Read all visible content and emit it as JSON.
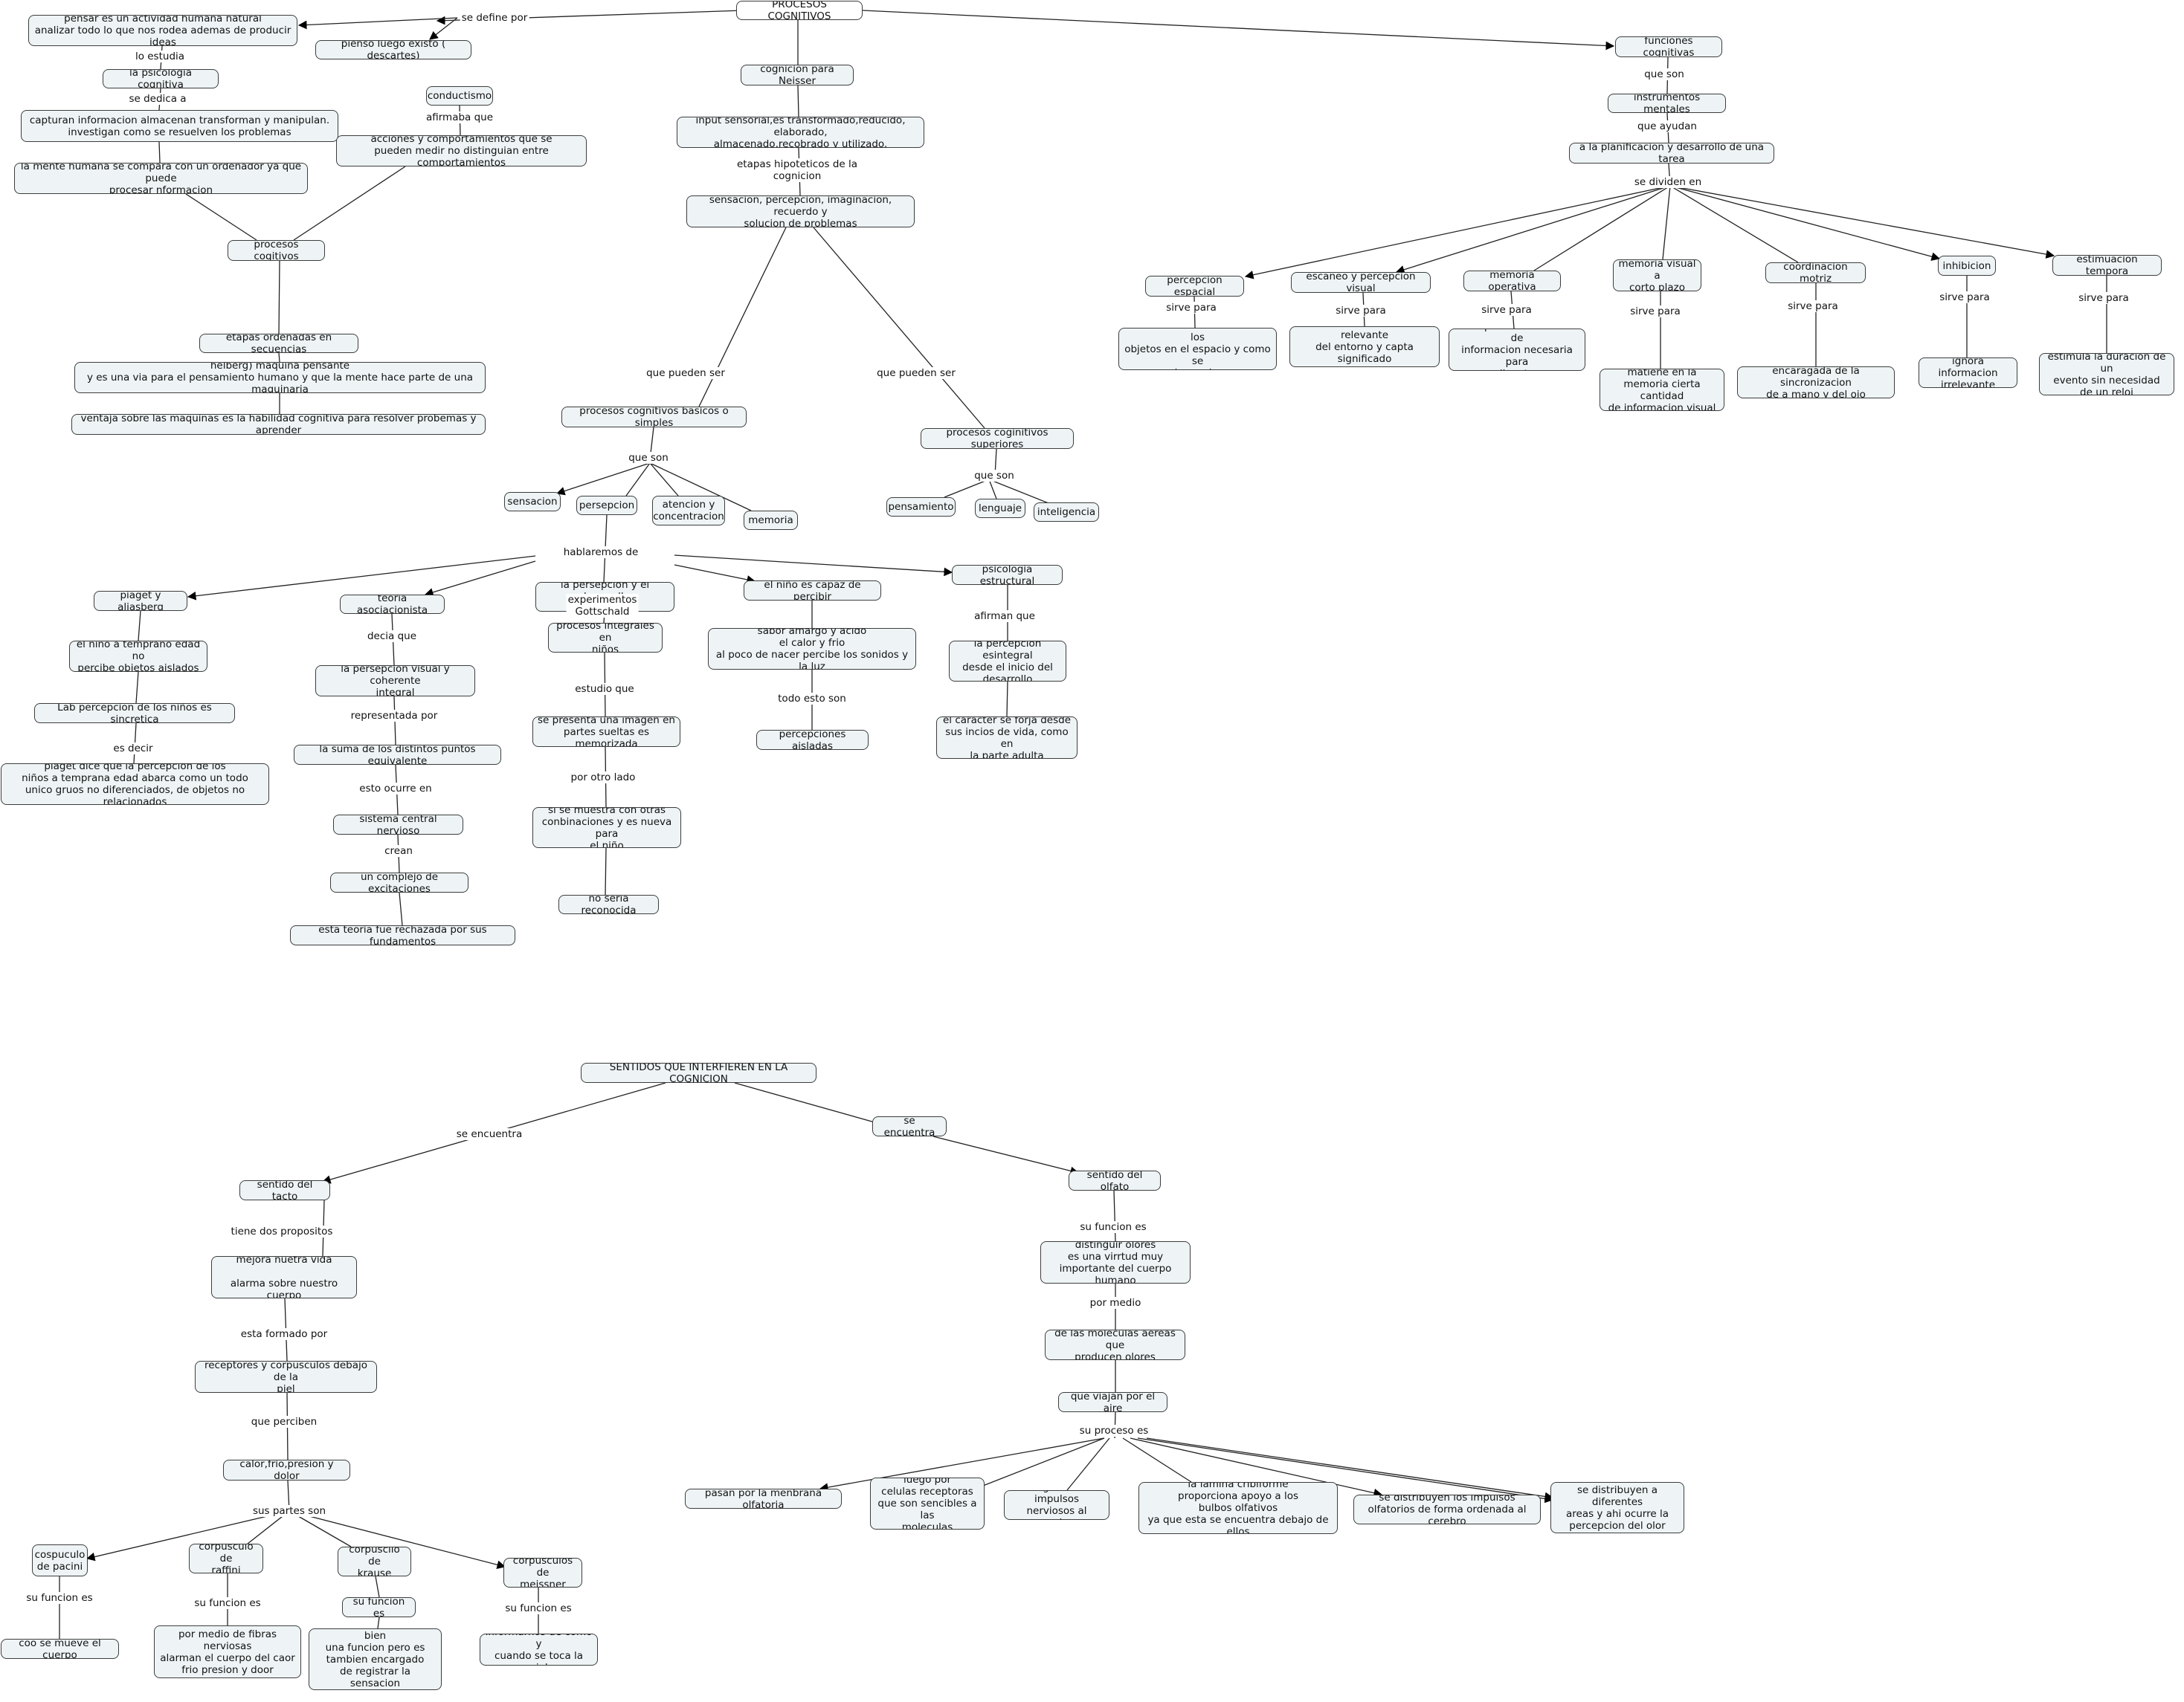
{
  "nodes": {
    "pc": {
      "text": "PROCESOS COGNITIVOS"
    },
    "def": {
      "text": "pensar es un actividad humana natural\nanalizar todo lo que nos rodea ademas de producir ideas"
    },
    "pien": {
      "text": "pienso luego existo ( descartes)"
    },
    "psic": {
      "text": "la psicologia cognitiva"
    },
    "capt": {
      "text": "capturan informacion almacenan transforman y manipulan.\ninvestigan como se resuelven los problemas"
    },
    "ment": {
      "text": "la mente humana se compara con un ordenador ya que puede\nprocesar  nformacion"
    },
    "cond": {
      "text": "conductismo"
    },
    "acci": {
      "text": "acciones y comportamientos que se\npueden medir no distinguian entre comportamientos"
    },
    "proc": {
      "text": "procesos cogitivos"
    },
    "etap": {
      "text": "etapas ordenadas en secuencias"
    },
    "helb": {
      "text": "helberg) maquina pensante\ny es una via para el pensamiento humano y que la mente hace parte de una maquinaria"
    },
    "vent": {
      "text": "ventaja  sobre las maquinas es la habilidad cognitiva para resolver probemas y aprender"
    },
    "neis": {
      "text": "cognicion para Neisser"
    },
    "inpu": {
      "text": "input sensorial,es transformado,reducido, elaborado,\nalmacenado,recobrado y utilizado."
    },
    "sens": {
      "text": "sensacion, percepcion, imaginacion, recuerdo y\nsolucion de problemas"
    },
    "basi": {
      "text": "procesos cognitivos basicos o simples"
    },
    "supe": {
      "text": "procesos coginitivos superiores"
    },
    "sncn": {
      "text": "sensacion"
    },
    "perc": {
      "text": "persepcion"
    },
    "aten": {
      "text": "atencion y\nconcentracion"
    },
    "memo": {
      "text": "memoria"
    },
    "pens": {
      "text": "pensamiento"
    },
    "leng": {
      "text": "lenguaje"
    },
    "inte": {
      "text": "inteligencia"
    },
    "pdes": {
      "text": "la persepcion y el desarrollo\ninfantil"
    },
    "piag": {
      "text": "piaget y aliasberg"
    },
    "nino": {
      "text": "el niño a temprano edad no\npercibe objetos aislados"
    },
    "lab": {
      "text": "Lab percepcion de los niños es sincretica"
    },
    "pdic": {
      "text": "piaget dice que la percepcion de los\nniños a temprana edad abarca como un todo\nunico gruos no diferenciados, de objetos no relacionados"
    },
    "teor": {
      "text": "teoria asociacionista"
    },
    "pvis": {
      "text": "la persepcion visual y coherente\nintegral"
    },
    "suma": {
      "text": "la suma de los distintos puntos equivalente"
    },
    "sist": {
      "text": "sistema central nervioso"
    },
    "comp": {
      "text": "un complejo de excitaciones"
    },
    "rech": {
      "text": "esta teoria fue rechazada por sus fundamentos"
    },
    "pint": {
      "text": "procesos integrales en\nniños"
    },
    "imag": {
      "text": "se presenta una imagen en\npartes sueltas es memorizada"
    },
    "mues": {
      "text": "si se muestra con otras\nconbinaciones y es nueva para\nel niño"
    },
    "nose": {
      "text": "no seria reconocida"
    },
    "capa": {
      "text": "el niño es capaz de percibir"
    },
    "sabo": {
      "text": "sabor amargo y acido\nel calor y frio\nal poco de nacer percibe los sonidos y la luz"
    },
    "pais": {
      "text": "percepciones aisladas"
    },
    "pest": {
      "text": "psicologia estructural"
    },
    "pein": {
      "text": "la percepcion esintegral\ndesde el inicio del\ndesarrollo"
    },
    "cara": {
      "text": "el caracter se forja desde\nsus incios de vida, como en\nla parte adulta"
    },
    "func": {
      "text": "funciones cognitivas"
    },
    "inst": {
      "text": "instrumentos mentales"
    },
    "plan": {
      "text": "a la planificacion y desarrollo de una tarea"
    },
    "pesp": {
      "text": "percepcion espacial"
    },
    "esca": {
      "text": "escaneo y percepcion visual"
    },
    "mope": {
      "text": "memoria operativa"
    },
    "mvis": {
      "text": "memoria visual a\ncorto plazo"
    },
    "coor": {
      "text": "coordinacion motriz"
    },
    "inhi": {
      "text": "inhibicion"
    },
    "esti": {
      "text": "estimuacion tempora"
    },
    "eval": {
      "text": "evalua la forma como estan los\nobjetos en el espacio y como se\ndesarrolan"
    },
    "obte": {
      "text": "obtener informacion relevante\ndel entorno y capta significado\nde estimulo visual"
    },
    "mani": {
      "text": "manipula una cantidad de\ninformacion necesaria para\nrealizar tarea"
    },
    "mati": {
      "text": "matiene en la\nmemoria cierta cantidad\nde informacion visual"
    },
    "enca": {
      "text": "encaragada de la sincronizacion\nde a mano y del ojo"
    },
    "igno": {
      "text": "ignora informacion\nirrelevante"
    },
    "esdu": {
      "text": "estimula la duracion de un\nevento sin necesidad\nde un reloj"
    },
    "sent": {
      "text": "SENTIDOS QUE INTERFIEREN EN LA COGNICION"
    },
    "seen": {
      "text": "se encuentra"
    },
    "tact": {
      "text": "sentido del tacto"
    },
    "mejo": {
      "text": "mejora nuetra vida\n\nalarma sobre nuestro cuerpo"
    },
    "rece": {
      "text": "receptores y corpusculos debajo de la\npiel"
    },
    "calo": {
      "text": "calor,frio,presion y dolor"
    },
    "paci": {
      "text": "cospuculo\nde pacini"
    },
    "raff": {
      "text": "corpusculo de\nraffini"
    },
    "krau": {
      "text": "corpuscilo de\nkrause"
    },
    "meis": {
      "text": "corpusculos de\nmeissner"
    },
    "coo": {
      "text": "coo se mueve el cuerpo"
    },
    "fibr": {
      "text": "por medio de fibras nerviosas\nalarman el cuerpo del caor\nfrio presion y door"
    },
    "sufu": {
      "text": "su funcion es"
    },
    "nohe": {
      "text": "no se ha definido muy bien\nuna funcion pero es\ntambien encargado\nde registrar la sensacion\nde frio"
    },
    "info": {
      "text": "informarnos de como y\ncuando se toca la piel"
    },
    "olfa": {
      "text": "sentido del olfato"
    },
    "dist": {
      "text": "distinguir olores\nes una virrtud muy\nimportante del cuerpo humano"
    },
    "mole": {
      "text": "de las moleculas aereas que\nproducen olores"
    },
    "viaj": {
      "text": "que viajan por el aire"
    },
    "mend": {
      "text": "pasan por la menbrana olfatoria"
    },
    "lueg": {
      "text": "luego por\ncelulas receptoras\nque son sencibles a las\nmoleculas"
    },
    "luim": {
      "text": "luego envia impulsos\nnerviosos al cerebro"
    },
    "lami": {
      "text": "la lamina cribiforme\nproporciona apoyo a los\nbulbos olfativos\nya que esta se encuentra debajo de ellos"
    },
    "dimp": {
      "text": "se distribuyen los impulsos\nolfatorios de forma ordenada al cerebro"
    },
    "dare": {
      "text": "se distribuyen a diferentes\nareas y ahi ocurre la\npercepcion del olor"
    }
  },
  "labels": [
    {
      "id": "l_sedefine",
      "text": "se define por"
    },
    {
      "id": "l_loestudia",
      "text": "lo estudia"
    },
    {
      "id": "l_sededica",
      "text": "se dedica a"
    },
    {
      "id": "l_afirmaba",
      "text": "afirmaba que"
    },
    {
      "id": "l_etapas",
      "text": "etapas hipoteticos de la\ncognicion"
    },
    {
      "id": "l_quepueden1",
      "text": "que pueden ser"
    },
    {
      "id": "l_quepueden2",
      "text": "que pueden ser"
    },
    {
      "id": "l_queson1",
      "text": "que son"
    },
    {
      "id": "l_queson2",
      "text": "que son"
    },
    {
      "id": "l_hablaremos",
      "text": "hablaremos de"
    },
    {
      "id": "l_experim",
      "text": "experimentos\nGottschald"
    },
    {
      "id": "l_deciaque",
      "text": "decia que"
    },
    {
      "id": "l_represent",
      "text": "representada por"
    },
    {
      "id": "l_estoocurre",
      "text": "esto ocurre en"
    },
    {
      "id": "l_crean",
      "text": "crean"
    },
    {
      "id": "l_esdecir",
      "text": "es decir"
    },
    {
      "id": "l_estudioque",
      "text": "estudio que"
    },
    {
      "id": "l_porotro",
      "text": "por otro lado"
    },
    {
      "id": "l_todoesto",
      "text": "todo esto son"
    },
    {
      "id": "l_afirman",
      "text": "afirman que"
    },
    {
      "id": "l_queson3",
      "text": "que son"
    },
    {
      "id": "l_queayudan",
      "text": "que ayudan"
    },
    {
      "id": "l_sedividen",
      "text": "se dividen en"
    },
    {
      "id": "l_sp1",
      "text": "sirve para"
    },
    {
      "id": "l_sp2",
      "text": "sirve para"
    },
    {
      "id": "l_sp3",
      "text": "sirve para"
    },
    {
      "id": "l_sp4",
      "text": "sirve para"
    },
    {
      "id": "l_sp5",
      "text": "sirve para"
    },
    {
      "id": "l_sp6",
      "text": "sirve para"
    },
    {
      "id": "l_sp7",
      "text": "sirve para"
    },
    {
      "id": "l_seencuentra",
      "text": "se encuentra"
    },
    {
      "id": "l_tienedos",
      "text": "tiene dos propositos"
    },
    {
      "id": "l_estaformado",
      "text": "esta formado por"
    },
    {
      "id": "l_queperciben",
      "text": "que perciben"
    },
    {
      "id": "l_suspartes",
      "text": "sus partes son"
    },
    {
      "id": "l_sf1",
      "text": "su funcion es"
    },
    {
      "id": "l_sf2",
      "text": "su funcion es"
    },
    {
      "id": "l_sf3",
      "text": "su funcion es"
    },
    {
      "id": "l_sufuncionolf",
      "text": "su funcion es"
    },
    {
      "id": "l_pormedio",
      "text": "por medio"
    },
    {
      "id": "l_susproceso",
      "text": "su proceso es"
    }
  ]
}
